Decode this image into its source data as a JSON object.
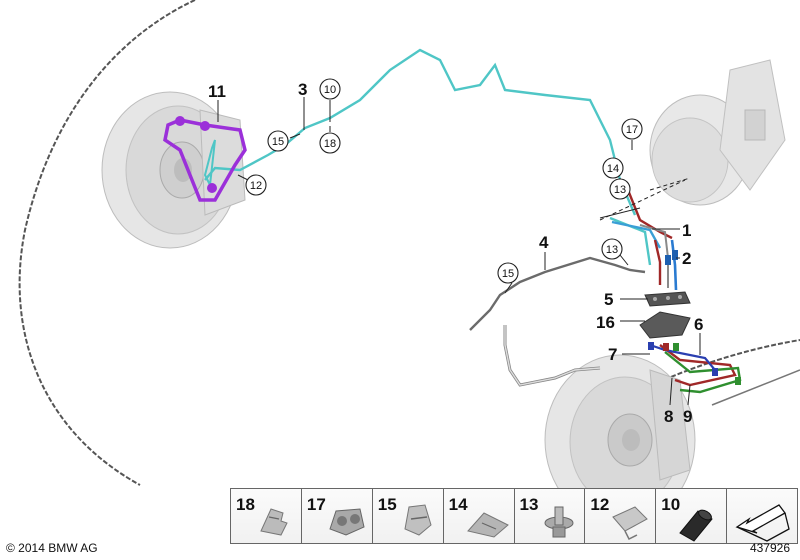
{
  "callouts": {
    "c1": "1",
    "c2": "2",
    "c3": "3",
    "c4": "4",
    "c5": "5",
    "c6": "6",
    "c7": "7",
    "c8": "8",
    "c9": "9",
    "c11": "11",
    "c16": "16"
  },
  "circled": {
    "c10": "10",
    "c12": "12",
    "c13a": "13",
    "c13b": "13",
    "c14": "14",
    "c15a": "15",
    "c15b": "15",
    "c17": "17",
    "c18": "18"
  },
  "legend": [
    {
      "num": "18",
      "icon": "spring-clip-icon"
    },
    {
      "num": "17",
      "icon": "double-clip-icon"
    },
    {
      "num": "15",
      "icon": "pipe-clip-icon"
    },
    {
      "num": "14",
      "icon": "wedge-clip-icon"
    },
    {
      "num": "13",
      "icon": "push-clip-icon"
    },
    {
      "num": "12",
      "icon": "bracket-clip-icon"
    },
    {
      "num": "10",
      "icon": "protective-sleeve-icon"
    },
    {
      "num": "",
      "icon": "arrow-icon"
    }
  ],
  "footer": {
    "copyright": "© 2014 BMW AG",
    "image_number": "437926"
  },
  "colors": {
    "cyan_line": "#4fc6c6",
    "purple_line": "#9b30d9",
    "red_line": "#a02828",
    "blue_line": "#2a7bd1",
    "green_line": "#2f8f2f",
    "gray_line": "#6b6b6b"
  }
}
